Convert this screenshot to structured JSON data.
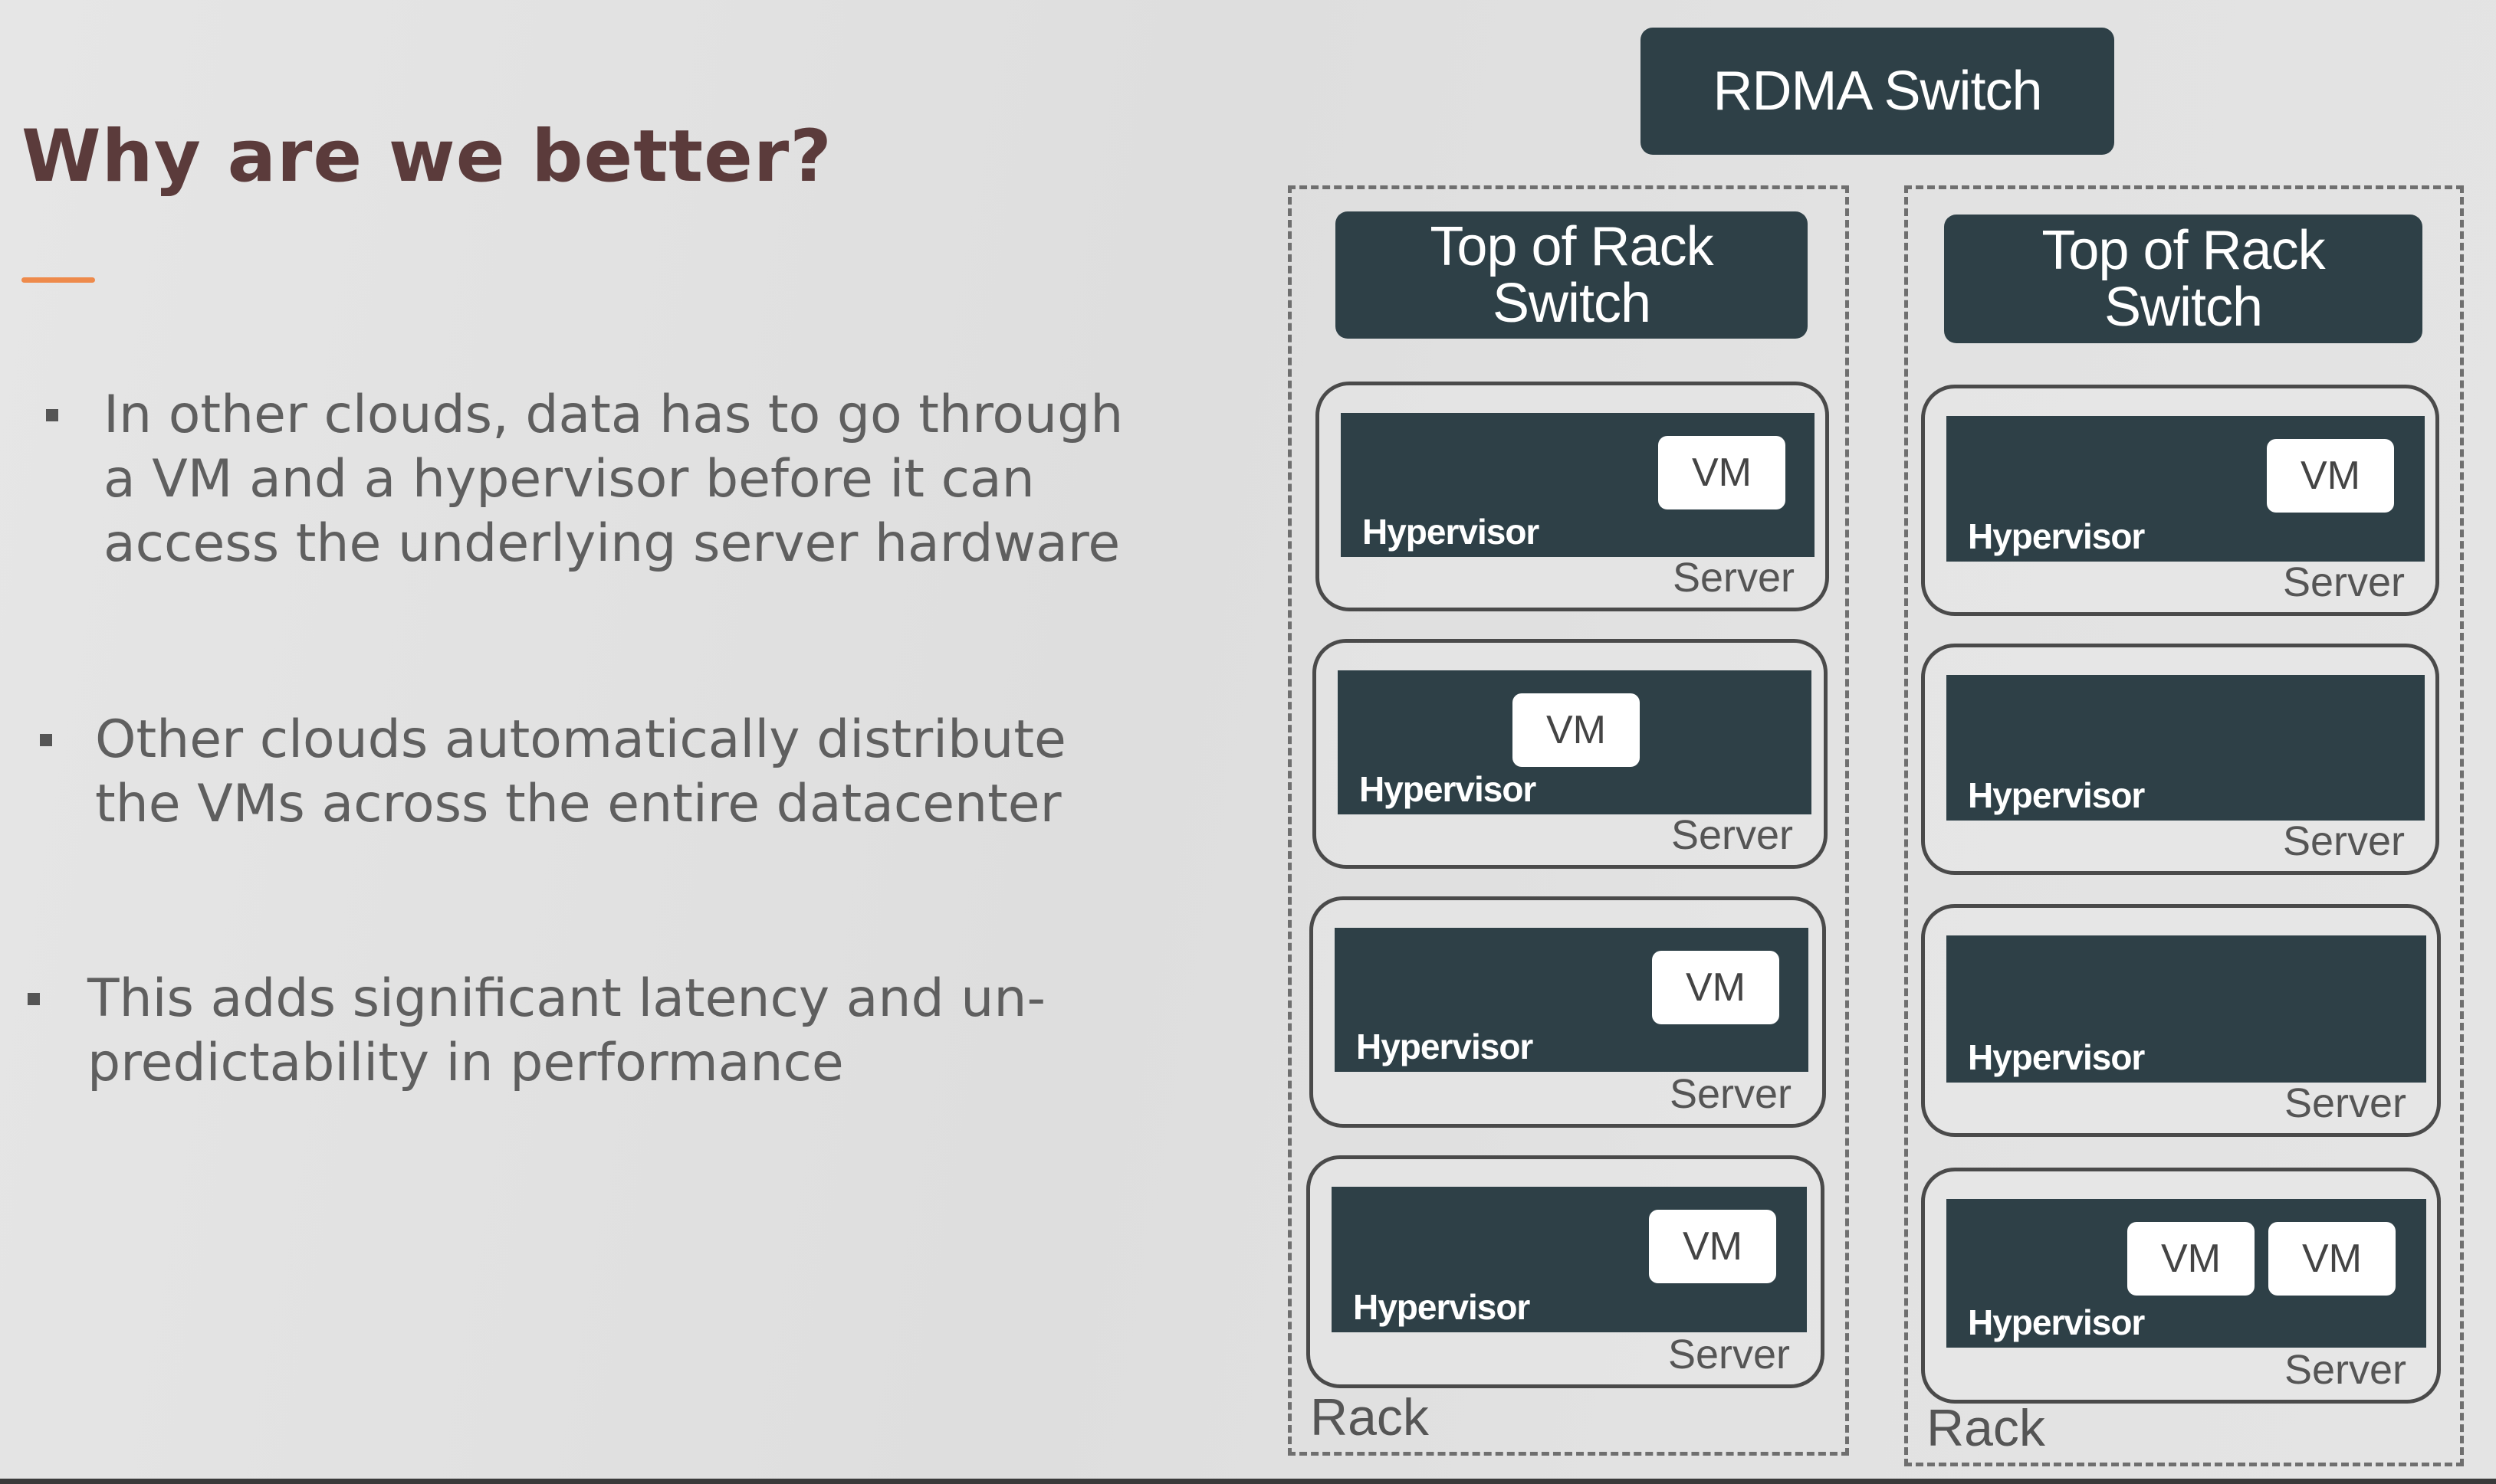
{
  "slide": {
    "title": "Why are we better?",
    "accent_color": "#ee8a4b",
    "bullets": [
      {
        "text": "In other clouds, data has to go through a VM and a hypervisor before it can access the underlying server hardware"
      },
      {
        "text": "Other clouds automatically distribute the VMs across the entire datacenter"
      },
      {
        "text": "This adds significant latency and un-predictability in performance"
      }
    ]
  },
  "diagram": {
    "top_switch": "RDMA Switch",
    "racks": [
      {
        "label": "Rack",
        "switch_label": "Top of Rack Switch",
        "servers": [
          {
            "hypervisor": "Hypervisor",
            "server": "Server",
            "vms": [
              "VM"
            ]
          },
          {
            "hypervisor": "Hypervisor",
            "server": "Server",
            "vms": [
              "VM"
            ]
          },
          {
            "hypervisor": "Hypervisor",
            "server": "Server",
            "vms": [
              "VM"
            ]
          },
          {
            "hypervisor": "Hypervisor",
            "server": "Server",
            "vms": [
              "VM"
            ]
          }
        ]
      },
      {
        "label": "Rack",
        "switch_label": "Top of Rack Switch",
        "servers": [
          {
            "hypervisor": "Hypervisor",
            "server": "Server",
            "vms": [
              "VM"
            ]
          },
          {
            "hypervisor": "Hypervisor",
            "server": "Server",
            "vms": []
          },
          {
            "hypervisor": "Hypervisor",
            "server": "Server",
            "vms": []
          },
          {
            "hypervisor": "Hypervisor",
            "server": "Server",
            "vms": [
              "VM",
              "VM"
            ]
          }
        ]
      }
    ]
  }
}
